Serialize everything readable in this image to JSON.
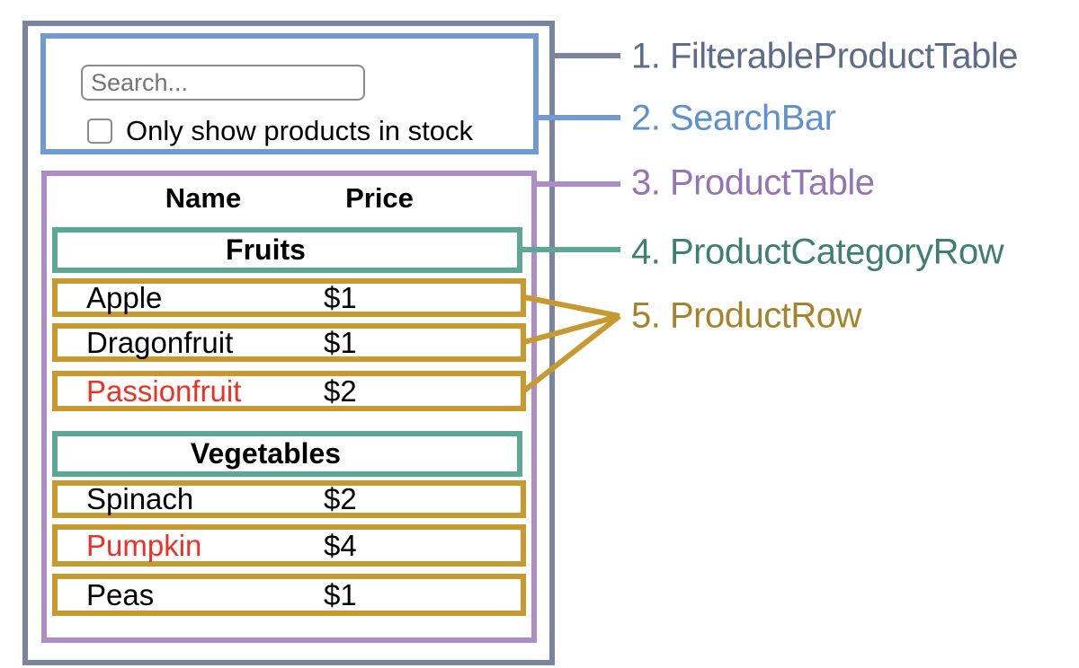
{
  "search_bar": {
    "input_placeholder": "Search...",
    "input_value": "",
    "checkbox_label": "Only show products in stock",
    "checkbox_checked": false
  },
  "product_table": {
    "headers": [
      "Name",
      "Price"
    ],
    "sections": [
      {
        "category": "Fruits",
        "rows": [
          {
            "name": "Apple",
            "price": "$1",
            "out_of_stock": false
          },
          {
            "name": "Dragonfruit",
            "price": "$1",
            "out_of_stock": false
          },
          {
            "name": "Passionfruit",
            "price": "$2",
            "out_of_stock": true
          }
        ]
      },
      {
        "category": "Vegetables",
        "rows": [
          {
            "name": "Spinach",
            "price": "$2",
            "out_of_stock": false
          },
          {
            "name": "Pumpkin",
            "price": "$4",
            "out_of_stock": true
          },
          {
            "name": "Peas",
            "price": "$1",
            "out_of_stock": false
          }
        ]
      }
    ]
  },
  "annotations": [
    {
      "label": "1. FilterableProductTable",
      "color": "#5E6C8B"
    },
    {
      "label": "2. SearchBar",
      "color": "#5E91CE"
    },
    {
      "label": "3. ProductTable",
      "color": "#9574B5"
    },
    {
      "label": "4. ProductCategoryRow",
      "color": "#3F7F6F"
    },
    {
      "label": "5. ProductRow",
      "color": "#A5832B"
    }
  ],
  "colors": {
    "filterable_product_table_border": "#7A849E",
    "search_bar_border": "#6F9BD1",
    "product_table_border": "#AC8DC5",
    "category_row_border": "#5CA795",
    "product_row_border": "#C8992F",
    "out_of_stock_text": "#ED3124"
  }
}
